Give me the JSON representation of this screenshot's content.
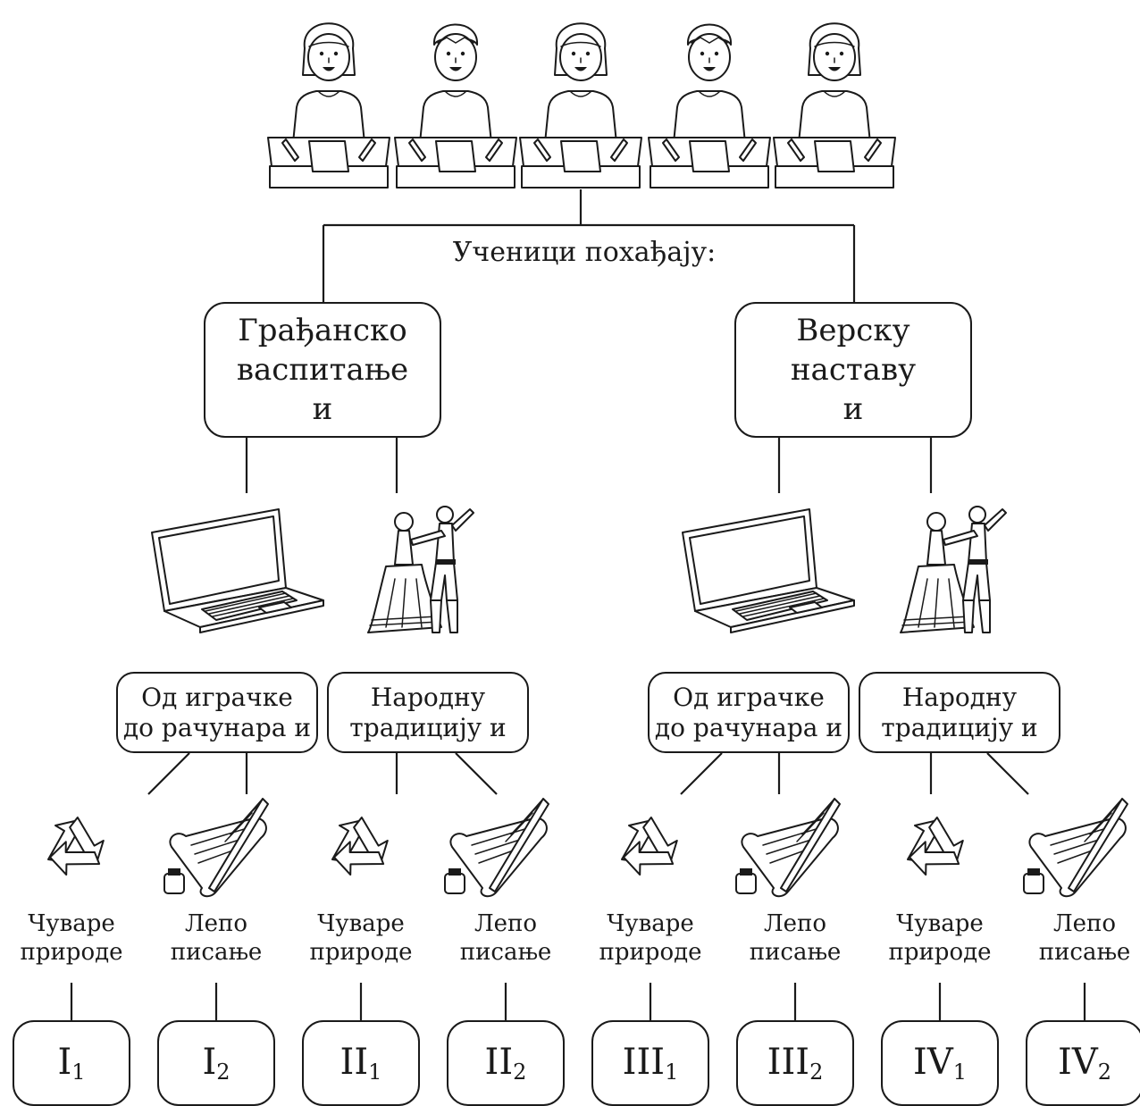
{
  "root": {
    "label": "Ученици похађају:"
  },
  "level1": [
    {
      "id": "civic",
      "lines": [
        "Грађанско",
        "васпитање",
        "и"
      ]
    },
    {
      "id": "religious",
      "lines": [
        "Верску",
        "наставу",
        "и"
      ]
    }
  ],
  "level2": [
    {
      "id": "toy-computer-1",
      "lines": [
        "Од играчке",
        "до рачунара и"
      ]
    },
    {
      "id": "folk-tradition-1",
      "lines": [
        "Народну",
        "традицију и"
      ]
    },
    {
      "id": "toy-computer-2",
      "lines": [
        "Од играчке",
        "до рачунара и"
      ]
    },
    {
      "id": "folk-tradition-2",
      "lines": [
        "Народну",
        "традицију и"
      ]
    }
  ],
  "leaves": [
    {
      "lines": [
        "Чуваре",
        "природе"
      ],
      "icon": "recycle-icon"
    },
    {
      "lines": [
        "Лепо",
        "писање"
      ],
      "icon": "quill-scroll-icon"
    },
    {
      "lines": [
        "Чуваре",
        "природе"
      ],
      "icon": "recycle-icon"
    },
    {
      "lines": [
        "Лепо",
        "писање"
      ],
      "icon": "quill-scroll-icon"
    },
    {
      "lines": [
        "Чуваре",
        "природе"
      ],
      "icon": "recycle-icon"
    },
    {
      "lines": [
        "Лепо",
        "писање"
      ],
      "icon": "quill-scroll-icon"
    },
    {
      "lines": [
        "Чуваре",
        "природе"
      ],
      "icon": "recycle-icon"
    },
    {
      "lines": [
        "Лепо",
        "писање"
      ],
      "icon": "quill-scroll-icon"
    }
  ],
  "groups": [
    {
      "base": "I",
      "sub": "1"
    },
    {
      "base": "I",
      "sub": "2"
    },
    {
      "base": "II",
      "sub": "1"
    },
    {
      "base": "II",
      "sub": "2"
    },
    {
      "base": "III",
      "sub": "1"
    },
    {
      "base": "III",
      "sub": "2"
    },
    {
      "base": "IV",
      "sub": "1"
    },
    {
      "base": "IV",
      "sub": "2"
    }
  ],
  "icons": {
    "students": [
      "student-girl-icon",
      "student-boy-icon",
      "student-girl-icon",
      "student-boy-icon",
      "student-girl-icon"
    ],
    "level2": [
      "laptop-icon",
      "folk-dancers-icon",
      "laptop-icon",
      "folk-dancers-icon"
    ]
  }
}
